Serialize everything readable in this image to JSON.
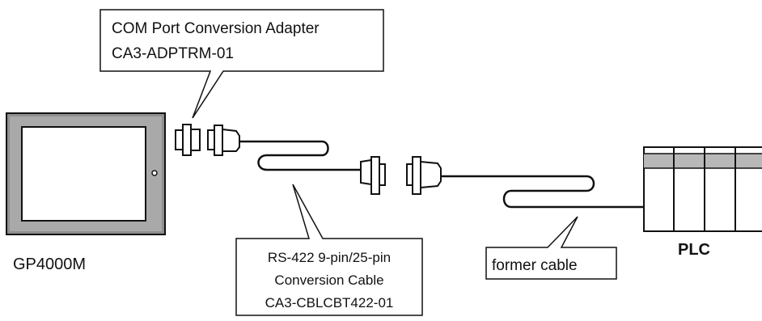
{
  "callouts": {
    "adapter": {
      "line1": "COM Port Conversion Adapter",
      "line2": "CA3-ADPTRM-01"
    },
    "conversion_cable": {
      "line1": "RS-422 9-pin/25-pin",
      "line2": "Conversion Cable",
      "line3": "CA3-CBLCBT422-01"
    },
    "former_cable": {
      "text": "former cable"
    }
  },
  "devices": {
    "display": {
      "label": "GP4000M"
    },
    "plc": {
      "label": "PLC"
    }
  },
  "colors": {
    "stroke": "#111111",
    "plc_band": "#b8b8b8",
    "screen": "#ffffff"
  }
}
